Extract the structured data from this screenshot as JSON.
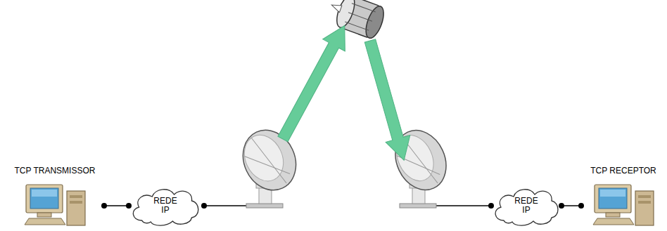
{
  "diagram": {
    "nodes": [
      {
        "text": [
          "TCP TRANSMISSOR"
        ]
      },
      {
        "text": [
          "REDE IP"
        ]
      },
      {
        "text": [
          "REDE IP"
        ]
      },
      {
        "text": [
          "TCP RECEPTOR"
        ]
      }
    ],
    "edges": [
      {
        "from": 0,
        "to": 1,
        "arrow": "none"
      },
      {
        "from": 2,
        "to": 3,
        "arrow": "none"
      }
    ]
  }
}
